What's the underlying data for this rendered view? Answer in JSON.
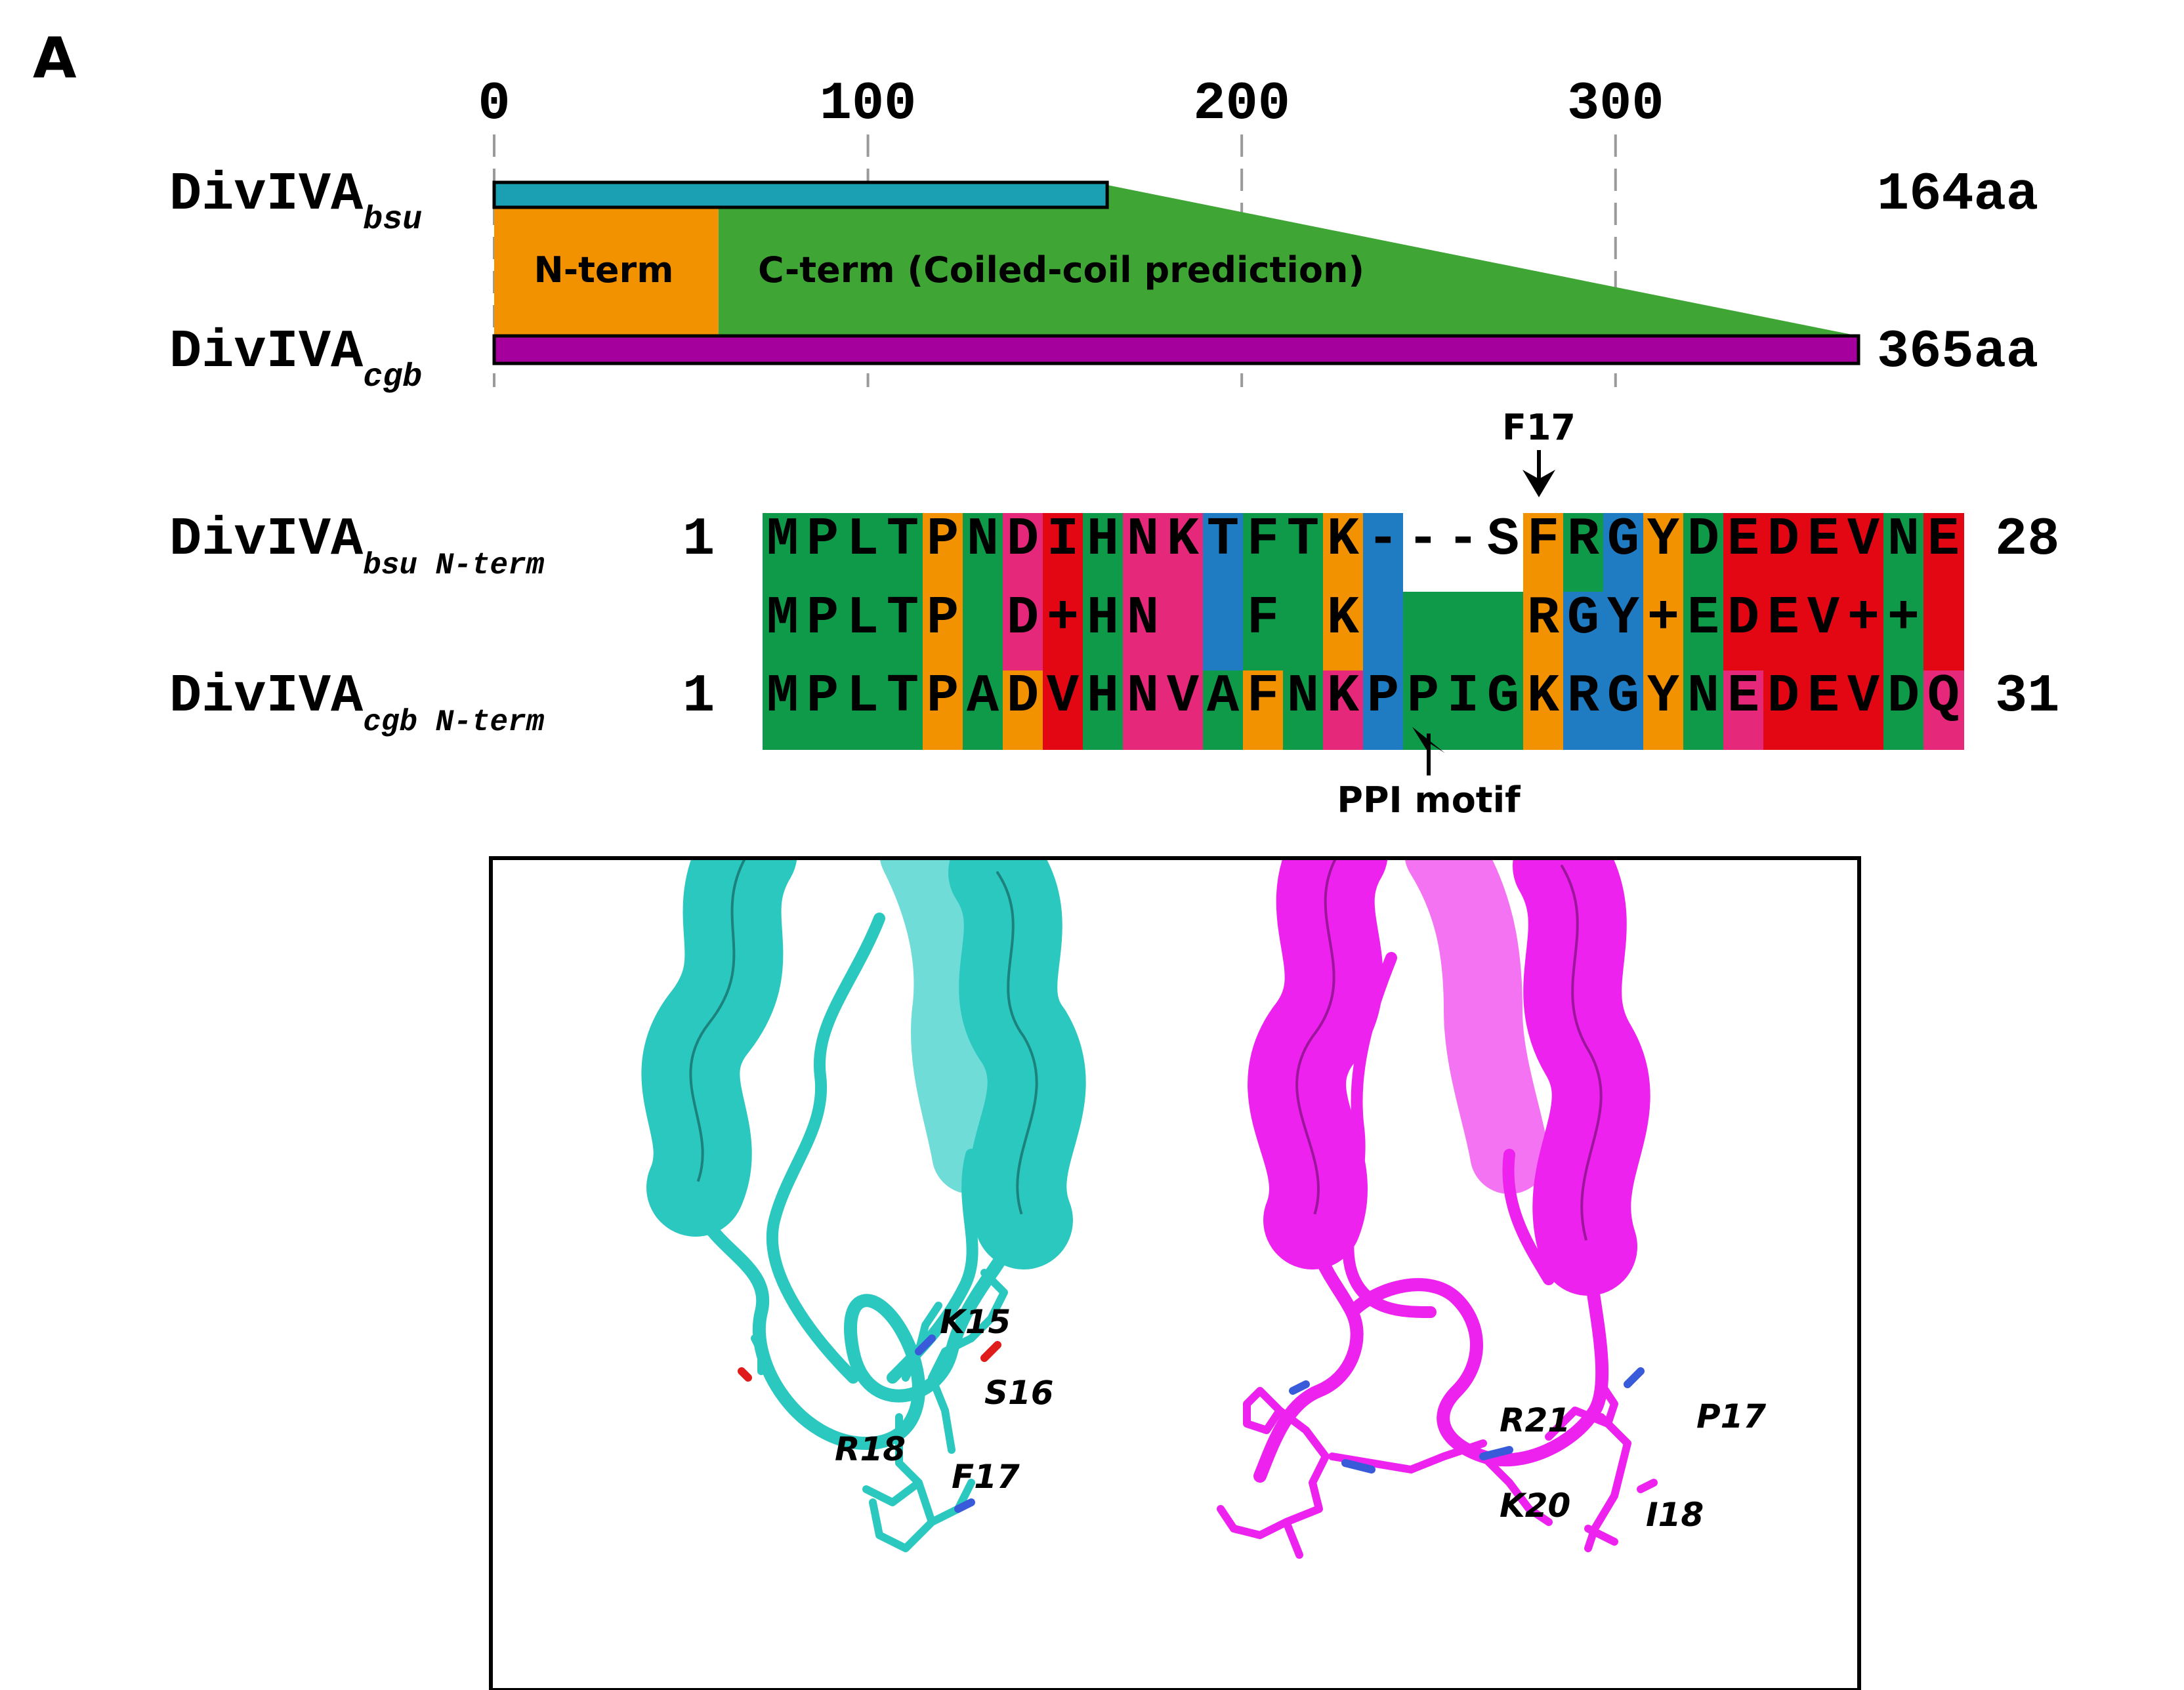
{
  "panel_label": "A",
  "axis": {
    "ticks": [
      "0",
      "100",
      "200",
      "300"
    ],
    "tick_values": [
      0,
      100,
      200,
      300
    ],
    "max": 365
  },
  "proteins": {
    "bsu": {
      "name": "DivIVA",
      "sub": "bsu",
      "length_label": "164aa",
      "length": 164,
      "color": "#1b9fb3"
    },
    "cgb": {
      "name": "DivIVA",
      "sub": "cgb",
      "length_label": "365aa",
      "length": 365,
      "color": "#a5009d"
    }
  },
  "domains": {
    "nterm": "N-term",
    "cterm": "C-term (Coiled-coil prediction)",
    "nterm_color": "#f39200",
    "cterm_color": "#3fa535",
    "nterm_end": 60
  },
  "alignment": {
    "row1_label": {
      "name": "DivIVA",
      "sub": "bsu N-term"
    },
    "row3_label": {
      "name": "DivIVA",
      "sub": "cgb N-term"
    },
    "row1_start": "1",
    "row1_end": "28",
    "row3_start": "1",
    "row3_end": "31",
    "row1": "MPLTPNDIHNKTFTK---SFRGYDEDEVNE",
    "row2": "MPLTP D+HN  F K    RGY+EDEV++",
    "row3": "MPLTPADVHNVAFNKPPIGKRGYNEDEVDQ",
    "colors1": [
      "G",
      "G",
      "G",
      "G",
      "O",
      "G",
      "M",
      "R",
      "G",
      "M",
      "M",
      "B",
      "G",
      "G",
      "O",
      "B",
      "W",
      "W",
      "W",
      "O",
      "G",
      "B",
      "O",
      "G",
      "R",
      "R",
      "R",
      "R",
      "G",
      "R"
    ],
    "colors2": [
      "G",
      "G",
      "G",
      "G",
      "O",
      "G",
      "M",
      "R",
      "G",
      "M",
      "M",
      "B",
      "G",
      "G",
      "O",
      "B",
      "G",
      "G",
      "G",
      "O",
      "B",
      "B",
      "O",
      "G",
      "R",
      "R",
      "R",
      "R",
      "G",
      "R"
    ],
    "colors3": [
      "G",
      "G",
      "G",
      "G",
      "O",
      "G",
      "O",
      "R",
      "G",
      "M",
      "M",
      "G",
      "O",
      "G",
      "M",
      "B",
      "G",
      "G",
      "G",
      "O",
      "B",
      "B",
      "O",
      "G",
      "M",
      "R",
      "R",
      "R",
      "G",
      "M"
    ],
    "palette": {
      "G": "#0e9a48",
      "O": "#f39200",
      "M": "#e6287a",
      "R": "#e30613",
      "B": "#1f7bc2",
      "W": "#ffffff"
    },
    "arrow_top": "F17",
    "arrow_bottom": "PPI motif"
  },
  "structure": {
    "left_color": "#2bc8c0",
    "right_color": "#ee22ee",
    "left_labels": [
      "K15",
      "S16",
      "R18",
      "F17"
    ],
    "right_labels": [
      "R21",
      "P17",
      "K20",
      "I18"
    ]
  }
}
